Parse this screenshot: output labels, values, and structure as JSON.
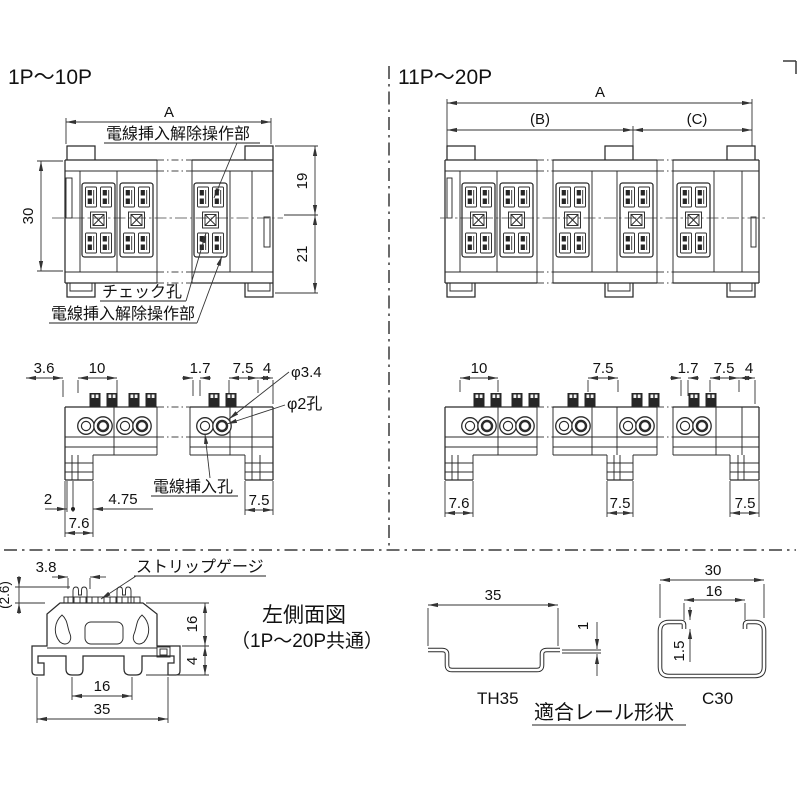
{
  "colors": {
    "line": "#2b2b2b",
    "text": "#111111",
    "background": "#ffffff"
  },
  "front_left": {
    "title": "1P～10P",
    "dim_a": "A",
    "label_release_top": "電線挿入解除操作部",
    "dim_height": "30",
    "dim_upper": "19",
    "dim_lower": "21",
    "label_check_hole": "チェック孔",
    "label_release_bottom": "電線挿入解除操作部"
  },
  "front_right": {
    "title": "11P～20P",
    "dim_a": "A",
    "dim_b": "(B)",
    "dim_c": "(C)"
  },
  "bottom_left": {
    "dim_36": "3.6",
    "dim_10": "10",
    "dim_17": "1.7",
    "dim_75_top": "7.5",
    "dim_4": "4",
    "dia_34": "φ3.4",
    "dia_2_hole": "φ2孔",
    "dim_2": "2",
    "dim_475": "4.75",
    "dim_76": "7.6",
    "label_wire_hole": "電線挿入孔",
    "dim_75_right": "7.5"
  },
  "bottom_right": {
    "dim_10": "10",
    "dim_75_mid": "7.5",
    "dim_17": "1.7",
    "dim_75_top": "7.5",
    "dim_4": "4",
    "dim_76": "7.6",
    "dim_75_foot_mid": "7.5",
    "dim_75_foot_right": "7.5"
  },
  "side_view": {
    "dim_38": "3.8",
    "dim_26": "(2.6)",
    "label_strip_gauge": "ストリップゲージ",
    "dim_16_side": "16",
    "dim_4": "4",
    "dim_16_bottom": "16",
    "dim_35": "35",
    "title_line1": "左側面図",
    "title_line2": "（1P～20P共通）"
  },
  "rails": {
    "caption": "適合レール形状",
    "th35": {
      "label": "TH35",
      "dim_35": "35",
      "dim_1": "1"
    },
    "c30": {
      "label": "C30",
      "dim_30": "30",
      "dim_16": "16",
      "dim_15": "1.5"
    }
  }
}
